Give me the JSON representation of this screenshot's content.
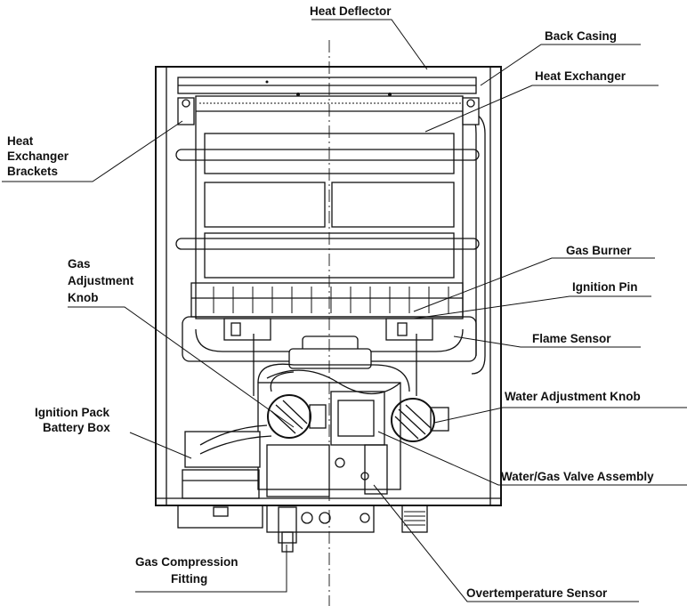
{
  "labels": {
    "heat_deflector": "Heat Deflector",
    "back_casing": "Back Casing",
    "heat_exchanger": "Heat Exchanger",
    "heat_exchanger_brackets": [
      "Heat",
      "Exchanger",
      "Brackets"
    ],
    "gas_burner": "Gas Burner",
    "ignition_pin": "Ignition Pin",
    "gas_adjustment_knob": [
      "Gas",
      "Adjustment",
      "Knob"
    ],
    "flame_sensor": "Flame Sensor",
    "water_adjustment_knob": "Water Adjustment Knob",
    "ignition_pack_battery_box": [
      "Ignition Pack",
      "Battery Box"
    ],
    "water_gas_valve_assembly": "Water/Gas Valve Assembly",
    "gas_compression_fitting": [
      "Gas Compression",
      "Fitting"
    ],
    "overtemperature_sensor": "Overtemperature Sensor"
  }
}
